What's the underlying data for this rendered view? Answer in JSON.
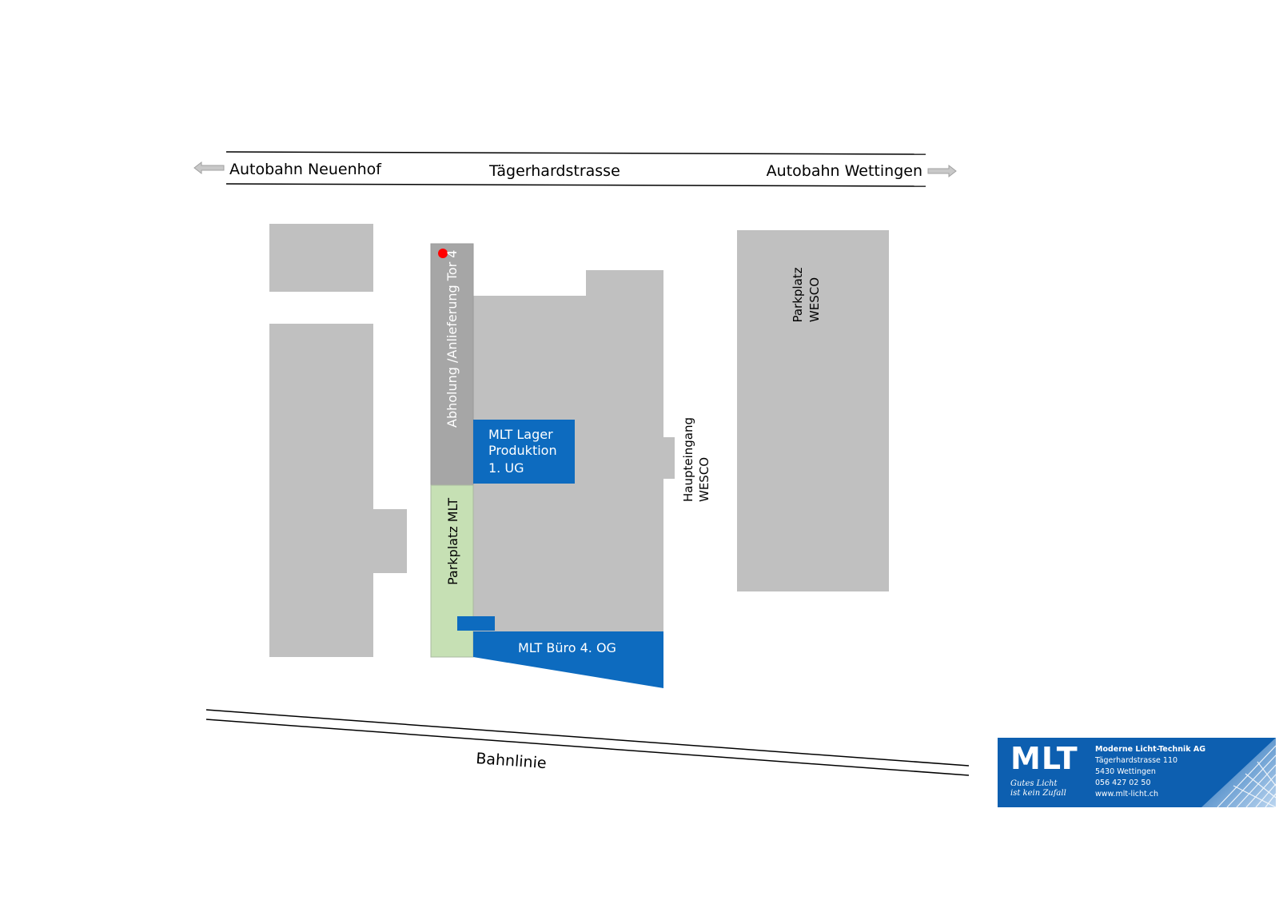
{
  "roads": {
    "street": "Tägerhardstrasse",
    "west_exit": "Autobahn Neuenhof",
    "east_exit": "Autobahn Wettingen",
    "railway": "Bahnlinie"
  },
  "areas": {
    "delivery": "Abholung /Anlieferung Tor 4",
    "parking_mlt": "Parkplatz MLT",
    "warehouse": [
      "MLT Lager",
      "Produktion",
      "1. UG"
    ],
    "office": "MLT Büro 4. OG",
    "main_entrance": [
      "Haupteingang",
      "WESCO"
    ],
    "parking_wesco": [
      "Parkplatz",
      "WESCO"
    ]
  },
  "logo": {
    "wordmark": "MLT",
    "tagline_1": "Gutes Licht",
    "tagline_2": "ist kein Zufall",
    "company": "Moderne Licht-Technik AG",
    "street": "Tägerhardstrasse 110",
    "city": "5430 Wettingen",
    "phone": "056 427 02 50",
    "web": "www.mlt-licht.ch"
  },
  "colors": {
    "building": "#c0c0c0",
    "delivery_zone": "#a6a6a6",
    "parking": "#c6e0b4",
    "mlt_blue": "#0d6bbf",
    "marker": "#ff0000"
  }
}
